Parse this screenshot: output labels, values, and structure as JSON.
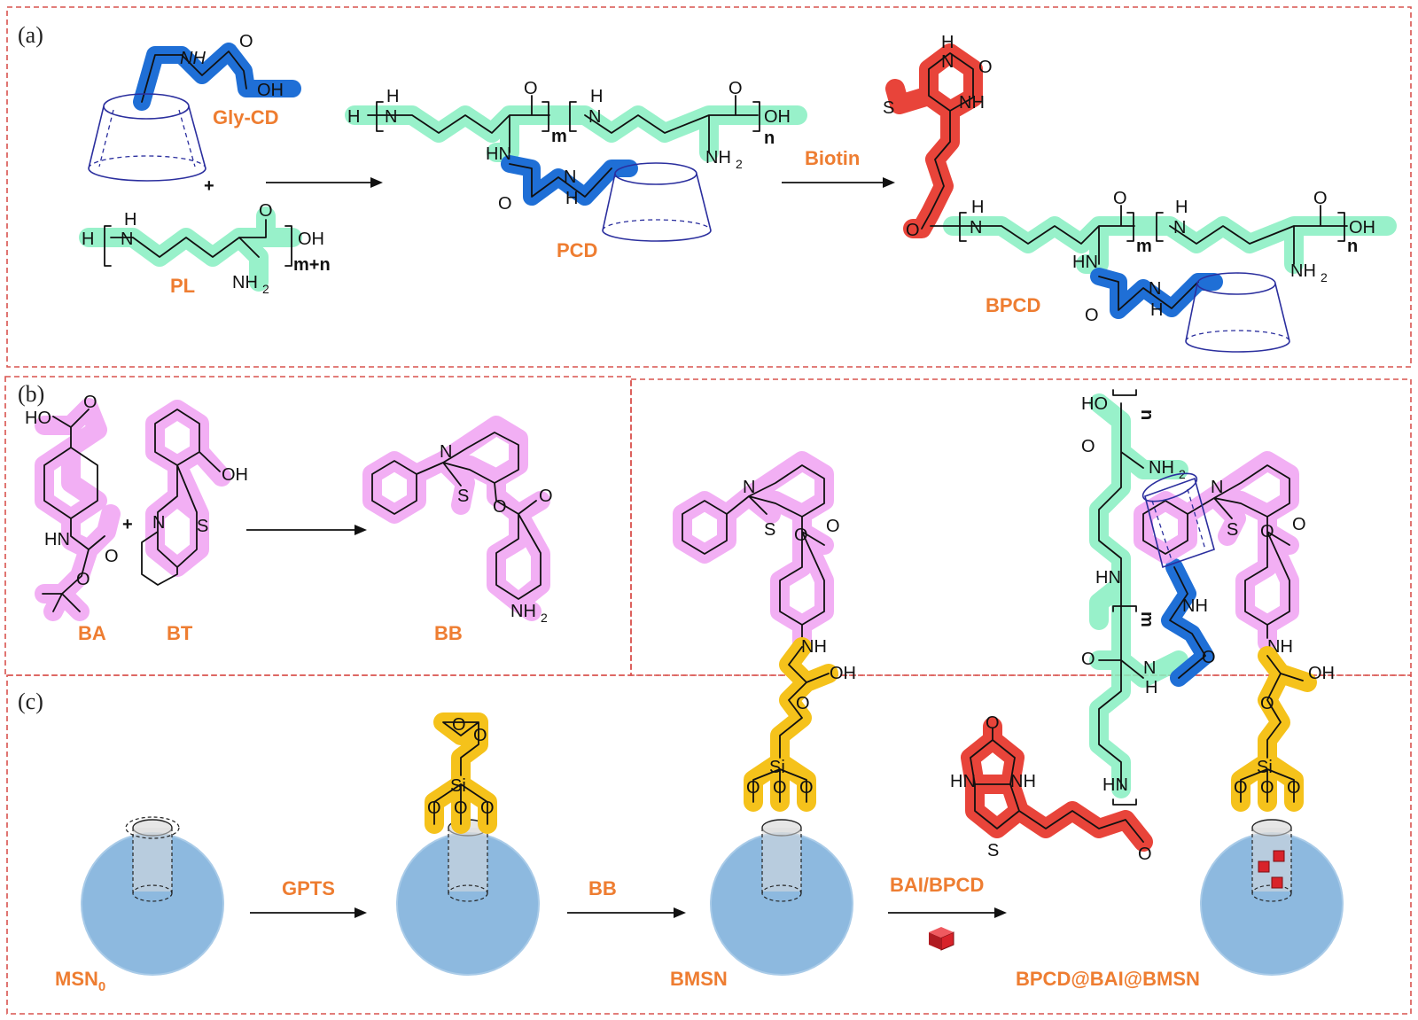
{
  "panels": {
    "a": "(a)",
    "b": "(b)",
    "c": "(c)"
  },
  "compounds": {
    "gly_cd": "Gly-CD",
    "pl": "PL",
    "pcd": "PCD",
    "bpcd": "BPCD",
    "ba": "BA",
    "bt": "BT",
    "bb": "BB",
    "msn0": "MSN",
    "msn0_sub": "0",
    "bmsn": "BMSN",
    "final": "BPCD@BAI@BMSN"
  },
  "reagents": {
    "biotin": "Biotin",
    "gpts": "GPTS",
    "bb": "BB",
    "bai_bpcd": "BAI/BPCD"
  },
  "atoms": {
    "nh": "NH",
    "oh": "OH",
    "ho": "HO",
    "h": "H",
    "n": "N",
    "o": "O",
    "s": "S",
    "si": "Si",
    "hn": "HN",
    "nh2": "NH",
    "sub2": "2",
    "plus": "+",
    "m": "m",
    "n_idx": "n",
    "mn": "m+n"
  },
  "colors": {
    "border": "#d9534f",
    "label": "#ee7d31",
    "polylysine": "#86efc1",
    "glycine_linker": "#1f6fd6",
    "biotin": "#e8443a",
    "bb_prodrug": "#f1a6f3",
    "gpts_linker": "#f5c21b",
    "cyclodextrin": "#2b2f9e",
    "nanoparticle": "#8db9df",
    "cargo": "#d8232a"
  }
}
